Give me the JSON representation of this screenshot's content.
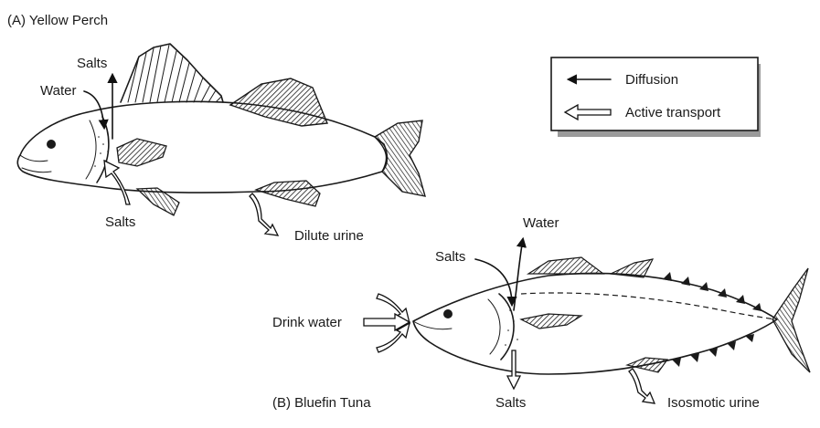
{
  "panel_a": {
    "title": "(A)  Yellow Perch",
    "labels": {
      "salts_top": "Salts",
      "water": "Water",
      "salts_bottom": "Salts",
      "urine": "Dilute urine"
    }
  },
  "panel_b": {
    "title": "(B)   Bluefin Tuna",
    "labels": {
      "water": "Water",
      "salts_top": "Salts",
      "drink": "Drink water",
      "salts_bottom": "Salts",
      "urine": "Isosmotic urine"
    }
  },
  "legend": {
    "diffusion": "Diffusion",
    "active": "Active transport"
  }
}
